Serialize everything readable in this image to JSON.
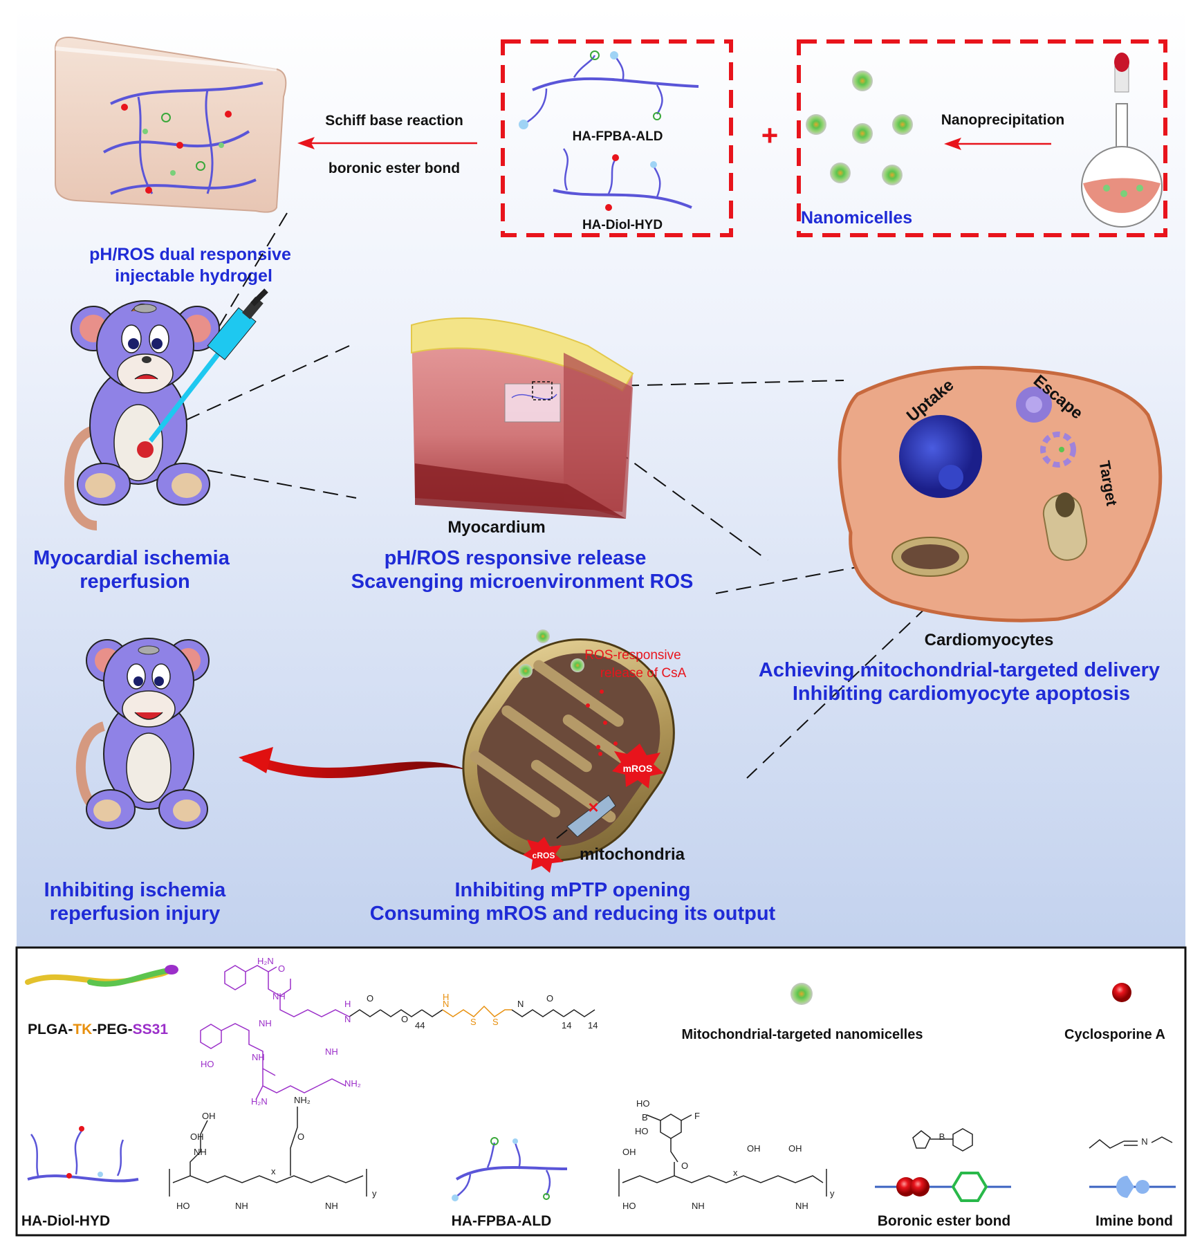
{
  "top": {
    "schiff": "Schiff base reaction",
    "boronic": "boronic ester bond",
    "ha_fpba_ald": "HA-FPBA-ALD",
    "ha_diol_hyd": "HA-Diol-HYD",
    "plus": "+",
    "nanoprecipitation": "Nanoprecipitation",
    "nanomicelles": "Nanomicelles",
    "hydrogel_l1": "pH/ROS dual responsive",
    "hydrogel_l2": "injectable hydrogel"
  },
  "middle": {
    "myocardium": "Myocardium",
    "release_l1": "pH/ROS responsive release",
    "release_l2": "Scavenging microenvironment ROS",
    "mi_l1": "Myocardial ischemia",
    "mi_l2": "reperfusion",
    "uptake": "Uptake",
    "escape": "Escape",
    "target": "Target",
    "cardiomyocytes": "Cardiomyocytes",
    "achieve_l1": "Achieving mitochondrial-targeted delivery",
    "achieve_l2": "Inhibiting cardiomyocyte apoptosis"
  },
  "bottom": {
    "ros_release_l1": "ROS-responsive",
    "ros_release_l2": "release of CsA",
    "mros": "mROS",
    "cros": "cROS",
    "mitochondria": "mitochondria",
    "mptp_l1": "Inhibiting mPTP opening",
    "mptp_l2": "Consuming mROS and reducing its output",
    "injury_l1": "Inhibiting ischemia",
    "injury_l2": "reperfusion injury"
  },
  "legend": {
    "plga_a": "PLGA-",
    "plga_b": "TK",
    "plga_c": "-PEG-",
    "plga_d": "SS31",
    "nanomicelles": "Mitochondrial-targeted nanomicelles",
    "csa": "Cyclosporine A",
    "diol": "HA-Diol-HYD",
    "fpba": "HA-FPBA-ALD",
    "boronic": "Boronic ester bond",
    "imine": "Imine bond"
  },
  "chem": {
    "h2n": "H₂N",
    "o": "O",
    "nh": "NH",
    "n": "N",
    "h": "H",
    "s": "S",
    "ho": "HO",
    "oh": "OH",
    "nh2": "NH₂",
    "n44": "44",
    "n14": "14",
    "x": "x",
    "y": "y",
    "b": "B",
    "f": "F",
    "z": "N"
  },
  "colors": {
    "blue_text": "#1f2bd6",
    "red_dash": "#e8141c",
    "polymer": "#5a55d8",
    "ros_red": "#e8141c"
  }
}
